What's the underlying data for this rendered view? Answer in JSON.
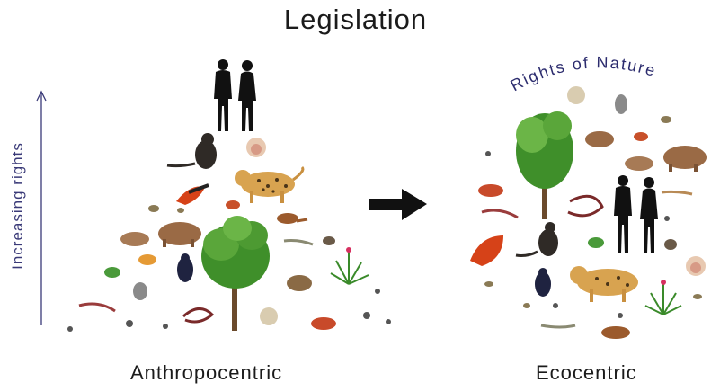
{
  "title": "Legislation",
  "axis_label": "Increasing rights",
  "left_label": "Anthropocentric",
  "right_label": "Ecocentric",
  "arc_label": "Rights of Nature",
  "colors": {
    "text": "#1b1b1b",
    "axis": "#3a3a78",
    "arc_text": "#2c2c6e",
    "arrow": "#111111",
    "human": "#111111",
    "tree": "#3f8f2a",
    "jaguar": "#d8a350",
    "capybara": "#9a6a45",
    "bird": "#d64218",
    "snake": "#9a3c3c"
  },
  "icons": [
    "human-silhouette-icon",
    "primate-icon",
    "jaguar-icon",
    "capybara-icon",
    "tree-icon",
    "bird-icon",
    "crab-icon",
    "snake-icon",
    "frog-icon",
    "lizard-icon",
    "insect-icon",
    "plant-icon",
    "arrow-right-icon"
  ]
}
